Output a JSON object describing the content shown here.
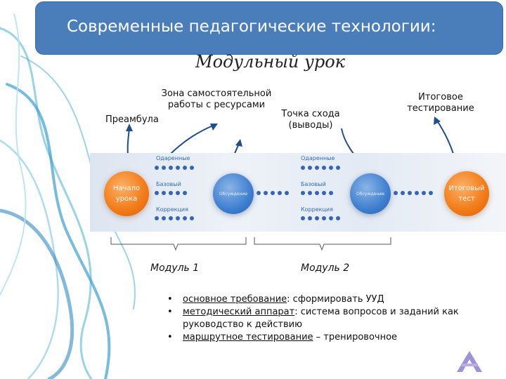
{
  "title": "Современные педагогические технологии:",
  "subtitle": "Модульный урок",
  "labels": {
    "preamble": "Преамбула",
    "zone_line1": "Зона самостоятельной",
    "zone_line2": "работы с ресурсами",
    "convergence_line1": "Точка схода",
    "convergence_line2": "(выводы)",
    "final_line1": "Итоговое",
    "final_line2": "тестирование"
  },
  "nodes": {
    "start_line1": "Начало",
    "start_line2": "урока",
    "discussion1": "Обсуждение",
    "discussion2": "Обсуждение",
    "final_line1": "Итоговый",
    "final_line2": "тест"
  },
  "tracks": {
    "gifted": "Одаренные",
    "basic": "Базовый",
    "correction": "Коррекция"
  },
  "modules": [
    "Модуль 1",
    "Модуль 2"
  ],
  "bullets": [
    {
      "term": "основное требование",
      "text": ": сформировать УУД"
    },
    {
      "term": "методический аппарат",
      "text": ": система вопросов и заданий как руководство к действию"
    },
    {
      "term": "маршрутное тестирование",
      "text": " – тренировочное"
    }
  ],
  "colors": {
    "title_bar": "#4a7ebb",
    "orange_node": "#f27a17",
    "blue_node": "#3f7fd0",
    "track_text": "#2e6bb8",
    "dots": "#3565b2",
    "arrows": "#1f4e8c"
  }
}
